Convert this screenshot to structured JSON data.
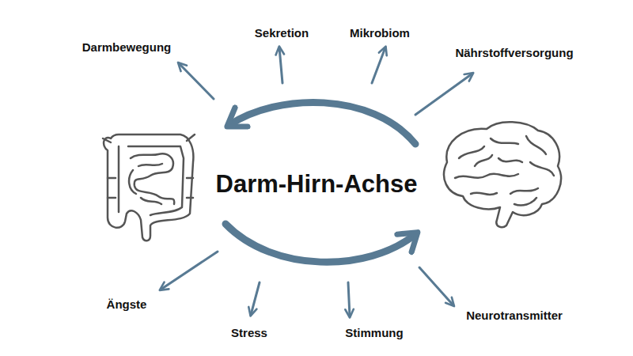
{
  "diagram": {
    "title": "Darm-Hirn-Achse",
    "labels": [
      "Darmbewegung",
      "Sekretion",
      "Mikrobiom",
      "Nährstoffversorgung",
      "Ängste",
      "Stress",
      "Stimmung",
      "Neurotransmitter"
    ]
  }
}
